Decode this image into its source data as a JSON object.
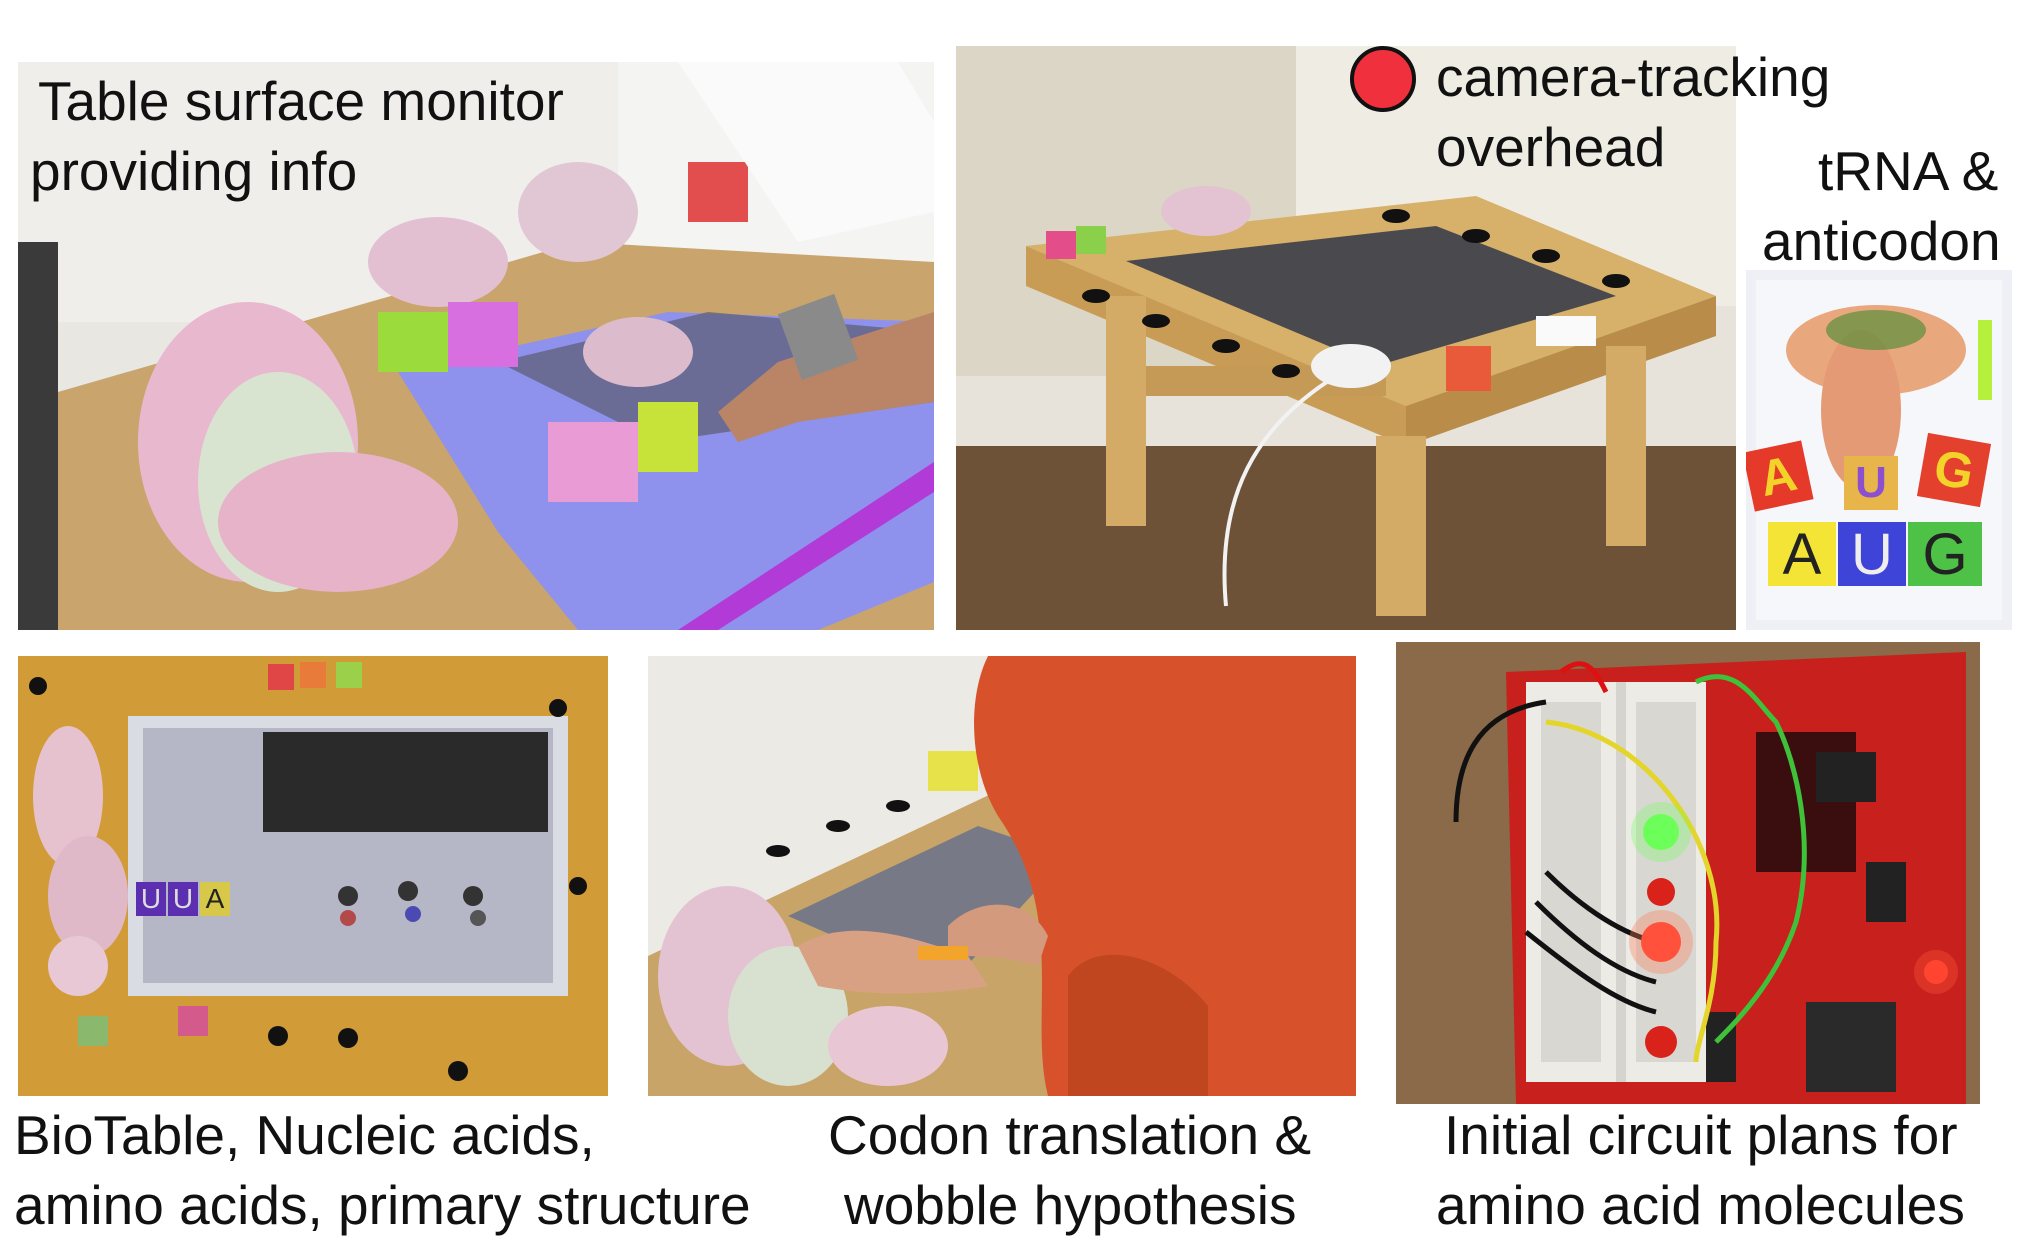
{
  "panels": {
    "top_left": {
      "caption_line1": "Table surface monitor",
      "caption_line2": "providing info"
    },
    "top_middle": {
      "caption_line1": "camera-tracking",
      "caption_line2": "overhead"
    },
    "top_right": {
      "caption_line1": "tRNA &",
      "caption_line2": "anticodon",
      "letters": [
        "A",
        "U",
        "G"
      ],
      "tile_letters": [
        "A",
        "U",
        "G"
      ]
    },
    "bottom_left": {
      "caption_line1": "BioTable, Nucleic acids,",
      "caption_line2": "amino acids, primary structure",
      "screen_letters": [
        "U",
        "U",
        "A"
      ]
    },
    "bottom_middle": {
      "caption_line1": "Codon translation &",
      "caption_line2": "wobble hypothesis"
    },
    "bottom_right": {
      "caption_line1": "Initial circuit plans for",
      "caption_line2": "amino acid molecules"
    }
  },
  "colors": {
    "tracking_dot": "#f0303c",
    "table_wood": "#d9b06a",
    "screen_blue": "#8a8fe8",
    "led_green": "#6cff5a",
    "led_red": "#ff3b2b",
    "circuit_board": "#c8201c"
  }
}
